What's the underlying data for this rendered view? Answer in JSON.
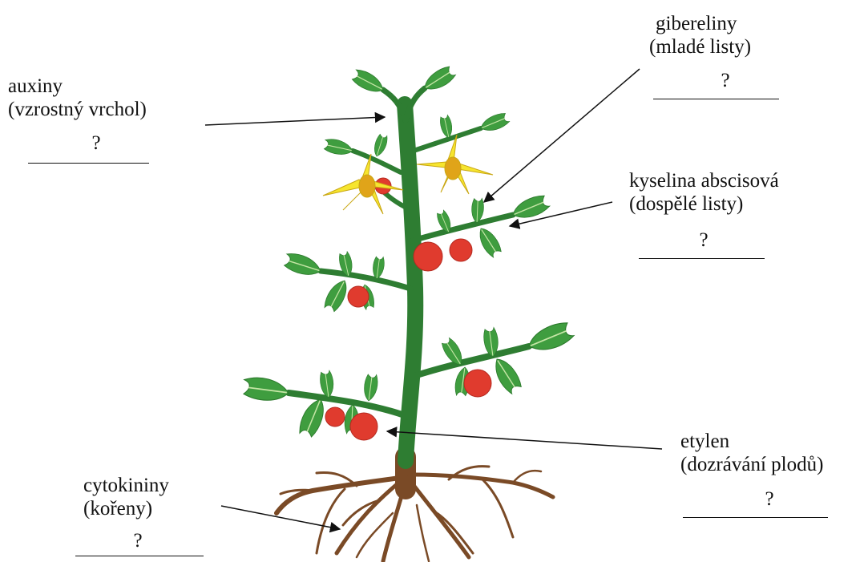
{
  "colors": {
    "stem": "#2e7d32",
    "leaf": "#3f9d3f",
    "leaf_dark": "#2c7a2c",
    "leaf_vein": "#c6e6a6",
    "flower": "#f6e52f",
    "flower_center": "#e0a419",
    "fruit": "#e03b2e",
    "root": "#7a4a26",
    "arrow": "#111111"
  },
  "labels": {
    "auxiny": {
      "name": "auxiny",
      "detail": "(vzrostný vrchol)",
      "answer": "?"
    },
    "gibereliny": {
      "name": "gibereliny",
      "detail": "(mladé listy)",
      "answer": "?"
    },
    "kyselina": {
      "name": "kyselina abscisová",
      "detail": "(dospělé listy)",
      "answer": "?"
    },
    "etylen": {
      "name": "etylen",
      "detail": "(dozrávání plodů)",
      "answer": "?"
    },
    "cytokininy": {
      "name": "cytokininy",
      "detail": "(kořeny)",
      "answer": "?"
    }
  }
}
